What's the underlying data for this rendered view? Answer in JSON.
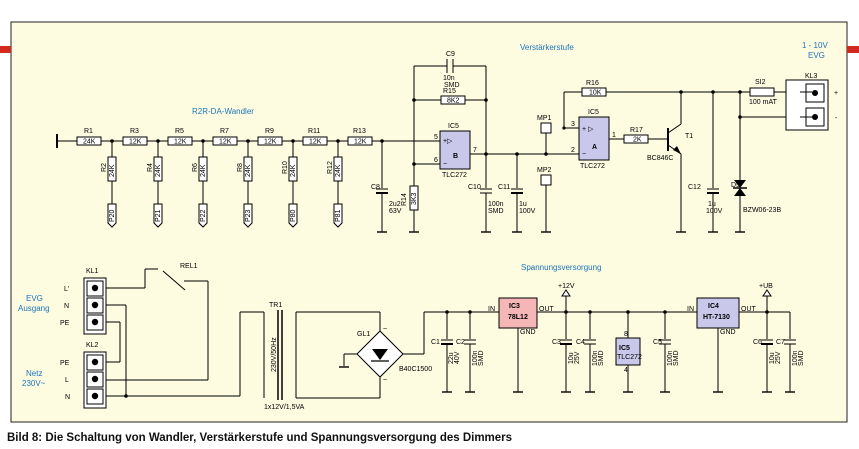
{
  "colors": {
    "board": "#fdfbe0",
    "accent_red": "#d22a1e",
    "label_blue": "#1b75bb",
    "ic_fill": "#c9c7ea",
    "ic_fill_red": "#f4b6b6"
  },
  "caption": "Bild 8: Die Schaltung von Wandler, Verstärkerstufe und Spannungsversorgung des Dimmers",
  "sections": {
    "dac": "R2R-DA-Wandler",
    "amp": "Verstärkerstufe",
    "psu": "Spannungsversorgung",
    "evg_out": [
      "1 - 10V",
      "EVG"
    ],
    "evg_ausgang": [
      "EVG",
      "Ausgang"
    ],
    "netz": [
      "Netz",
      "230V~"
    ]
  },
  "dac_resistors": [
    {
      "name": "R1",
      "value": "24K"
    },
    {
      "name": "R3",
      "value": "12K"
    },
    {
      "name": "R5",
      "value": "12K"
    },
    {
      "name": "R7",
      "value": "12K"
    },
    {
      "name": "R9",
      "value": "12K"
    },
    {
      "name": "R11",
      "value": "12K"
    },
    {
      "name": "R13",
      "value": "12K"
    }
  ],
  "dac_shunts": [
    {
      "name": "R2",
      "value": "24K",
      "port": "P20"
    },
    {
      "name": "R4",
      "value": "24K",
      "port": "P21"
    },
    {
      "name": "R6",
      "value": "24K",
      "port": "P22"
    },
    {
      "name": "R8",
      "value": "24K",
      "port": "P23"
    },
    {
      "name": "R10",
      "value": "24K",
      "port": "P80"
    },
    {
      "name": "R12",
      "value": "24K",
      "port": "P81"
    }
  ],
  "amp": {
    "c9": {
      "name": "C9",
      "v1": "10n",
      "v2": "SMD"
    },
    "r15": {
      "name": "R15",
      "value": "8K2"
    },
    "ic5b": {
      "name": "IC5",
      "unit": "B",
      "type": "TLC272",
      "pin_plus": "5",
      "pin_minus": "6",
      "pin_out": "7"
    },
    "c8": {
      "name": "C8",
      "v1": "2u2",
      "v2": "63V"
    },
    "r14": {
      "name": "R14",
      "value": "3K3"
    },
    "c10": {
      "name": "C10",
      "v1": "100n",
      "v2": "SMD"
    },
    "c11": {
      "name": "C11",
      "v1": "1u",
      "v2": "100V"
    },
    "mp1": "MP1",
    "mp2": "MP2",
    "r16": {
      "name": "R16",
      "value": "10K"
    },
    "ic5a": {
      "name": "IC5",
      "unit": "A",
      "type": "TLC272",
      "pin_plus": "3",
      "pin_minus": "2",
      "pin_out": "1"
    },
    "r17": {
      "name": "R17",
      "value": "2K"
    },
    "t1": {
      "name": "T1",
      "type": "BC846C"
    },
    "c12": {
      "name": "C12",
      "v1": "1u",
      "v2": "100V"
    },
    "si2": {
      "name": "SI2",
      "value": "100 mAT"
    },
    "d5": {
      "name": "D5",
      "type": "BZW06-23B"
    },
    "kl3": {
      "name": "KL3",
      "plus": "+",
      "minus": "-"
    }
  },
  "psu": {
    "kl1": {
      "name": "KL1",
      "pins": [
        "L'",
        "N",
        "PE"
      ]
    },
    "kl2": {
      "name": "KL2",
      "pins": [
        "PE",
        "L",
        "N"
      ]
    },
    "rel1": "REL1",
    "tr1": {
      "name": "TR1",
      "primary": "230V/50Hz",
      "secondary": "1x12V/1,5VA"
    },
    "gl1": {
      "name": "GL1",
      "type": "B40C1500",
      "ac": "~"
    },
    "c1": {
      "name": "C1",
      "v1": "22u",
      "v2": "40V"
    },
    "c2": {
      "name": "C2",
      "v1": "100n",
      "v2": "SMD"
    },
    "ic3": {
      "name": "IC3",
      "type": "78L12",
      "in": "IN",
      "out": "OUT",
      "gnd": "GND"
    },
    "rail12": "+12V",
    "c3": {
      "name": "C3",
      "v1": "10u",
      "v2": "25V"
    },
    "c4": {
      "name": "C4",
      "v1": "100n",
      "v2": "SMD"
    },
    "ic5": {
      "name": "IC5",
      "type": "TLC272",
      "pin_top": "8",
      "pin_bot": "4"
    },
    "c5": {
      "name": "C5",
      "v1": "100n",
      "v2": "SMD"
    },
    "ic4": {
      "name": "IC4",
      "type": "HT-7130",
      "in": "IN",
      "out": "OUT",
      "gnd": "GND"
    },
    "railub": "+UB",
    "c6": {
      "name": "C6",
      "v1": "10u",
      "v2": "25V"
    },
    "c7": {
      "name": "C7",
      "v1": "100n",
      "v2": "SMD"
    }
  }
}
